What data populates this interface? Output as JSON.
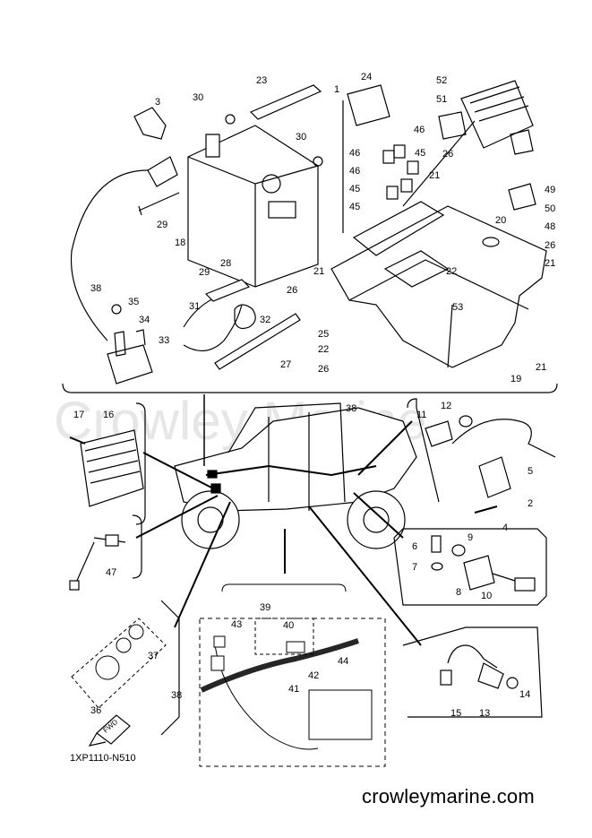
{
  "watermark": "Crowley Marine",
  "diagram_code": "1XP1110-N510",
  "footer_site": "crowleymarine.com",
  "fwd_label": "FWD",
  "part_labels": {
    "p1": "1",
    "p2": "2",
    "p3": "3",
    "p4": "4",
    "p5": "5",
    "p6": "6",
    "p7": "7",
    "p8": "8",
    "p9": "9",
    "p10": "10",
    "p11": "11",
    "p12": "12",
    "p13": "13",
    "p14": "14",
    "p15": "15",
    "p16": "16",
    "p17": "17",
    "p18": "18",
    "p19": "19",
    "p20": "20",
    "p21": "21",
    "p22": "22",
    "p23": "23",
    "p24": "24",
    "p25": "25",
    "p26": "26",
    "p27": "27",
    "p28": "28",
    "p29": "29",
    "p30": "30",
    "p31": "31",
    "p32": "32",
    "p33": "33",
    "p34": "34",
    "p35": "35",
    "p36": "36",
    "p37": "37",
    "p38": "38",
    "p39": "39",
    "p40": "40",
    "p41": "41",
    "p42": "42",
    "p43": "43",
    "p44": "44",
    "p45": "45",
    "p46": "46",
    "p47": "47",
    "p48": "48",
    "p49": "49",
    "p50": "50",
    "p51": "51",
    "p52": "52",
    "p53": "53"
  }
}
